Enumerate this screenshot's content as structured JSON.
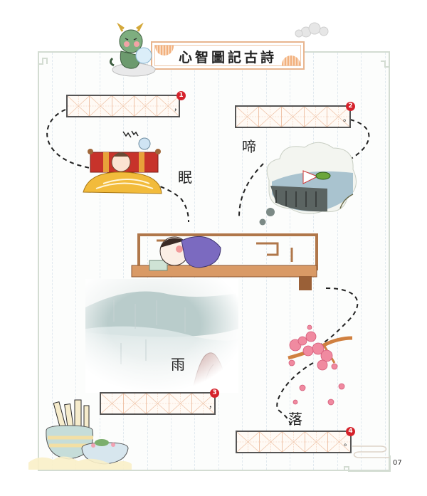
{
  "title": "心智圖記古詩",
  "page_number": "07",
  "keywords": [
    {
      "id": "mian",
      "char": "眠"
    },
    {
      "id": "ti",
      "char": "啼"
    },
    {
      "id": "yu",
      "char": "雨"
    },
    {
      "id": "luo",
      "char": "落"
    }
  ],
  "answer_boxes": [
    {
      "number": "1",
      "cells": 5,
      "ending_punctuation": "，",
      "value": ""
    },
    {
      "number": "2",
      "cells": 5,
      "ending_punctuation": "。",
      "value": ""
    },
    {
      "number": "3",
      "cells": 5,
      "ending_punctuation": "，",
      "value": ""
    },
    {
      "number": "4",
      "cells": 5,
      "ending_punctuation": "。",
      "value": ""
    }
  ],
  "illustrations": [
    {
      "id": "dragon-mascot",
      "description": "green dragon holding a pearl"
    },
    {
      "id": "sleeping-in-bed",
      "description": "person sleeping in bed with alarm clock ringing"
    },
    {
      "id": "bird-thought-cloud",
      "description": "bird singing on rooftop in a thought bubble"
    },
    {
      "id": "boy-on-daybed",
      "description": "boy lying on a wooden daybed"
    },
    {
      "id": "rainy-mountains",
      "description": "misty mountains in the rain"
    },
    {
      "id": "plum-blossom",
      "description": "pink blossom branch with falling petals"
    },
    {
      "id": "scroll-vases",
      "description": "vase with scrolls and bowl of lotus"
    }
  ],
  "colors": {
    "badge": "#d5222b",
    "frame": "#d3dcd2",
    "grid_line": "#efc4a9",
    "dashed_path": "#222222"
  }
}
